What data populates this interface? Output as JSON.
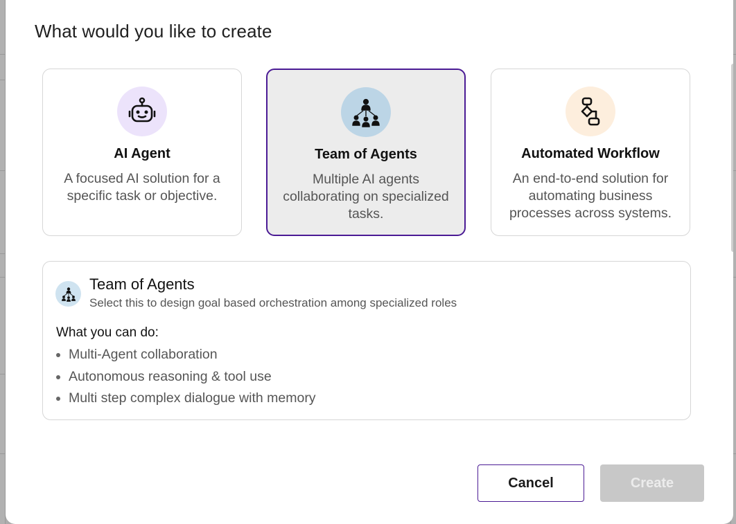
{
  "dialog": {
    "title": "What would you like to create",
    "options": [
      {
        "title": "AI Agent",
        "description": "A focused AI solution for a specific task or objective.",
        "icon": "robot-icon",
        "selected": false
      },
      {
        "title": "Team of Agents",
        "description": "Multiple AI agents collaborating on specialized tasks.",
        "icon": "team-hierarchy-icon",
        "selected": true
      },
      {
        "title": "Automated Workflow",
        "description": "An end-to-end solution for automating business processes across systems.",
        "icon": "workflow-icon",
        "selected": false
      }
    ],
    "details": {
      "title": "Team of Agents",
      "subtitle": "Select this to design goal based orchestration among specialized roles",
      "heading": "What you can do:",
      "items": [
        "Multi-Agent collaboration",
        "Autonomous reasoning & tool use",
        "Multi step complex dialogue with memory"
      ]
    },
    "buttons": {
      "cancel": "Cancel",
      "create": "Create"
    }
  },
  "colors": {
    "accent": "#4a1a94",
    "selected_card_bg": "#ececec",
    "ai_agent_icon_bg": "#ece3fb",
    "team_icon_bg": "#bcd5e6",
    "workflow_icon_bg": "#fdeedd",
    "disabled_button": "#c8c8c8"
  }
}
